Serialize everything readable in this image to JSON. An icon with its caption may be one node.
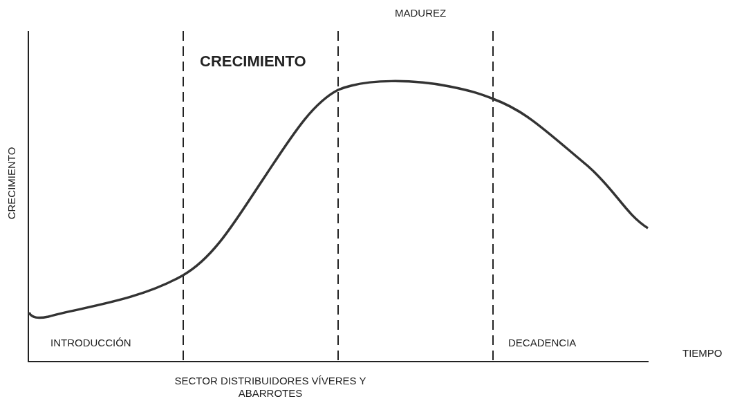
{
  "diagram": {
    "caption": "SECTOR DISTRIBUIDORES VÍVERES Y ABARROTES",
    "labels": [
      "MADUREZ",
      "CRECIMIENTO",
      "CRECIMIENTO",
      "INTRODUCCIÓN",
      "DECADENCIA",
      "TIEMPO"
    ]
  }
}
